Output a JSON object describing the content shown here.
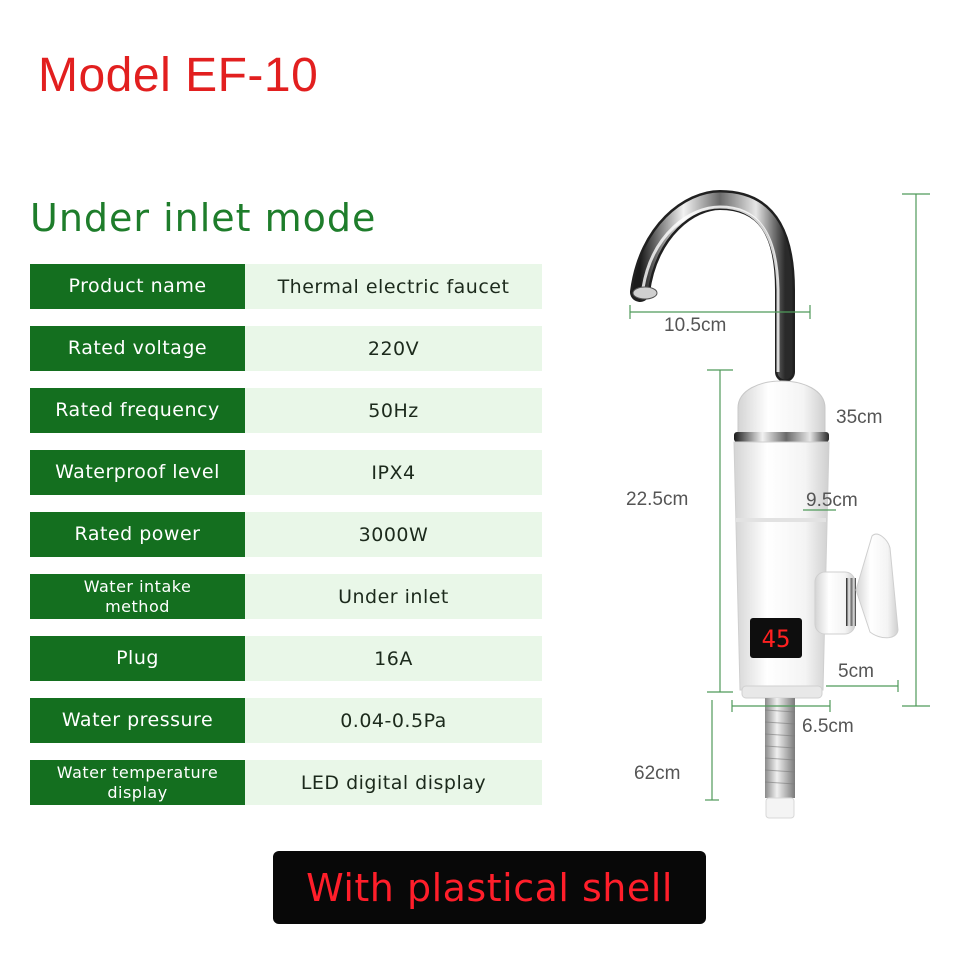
{
  "header": {
    "model_title": "Model EF-10"
  },
  "section": {
    "title": "Under inlet mode"
  },
  "specs": [
    {
      "label": "Product name",
      "value": "Thermal electric faucet"
    },
    {
      "label": "Rated voltage",
      "value": "220V"
    },
    {
      "label": "Rated frequency",
      "value": "50Hz"
    },
    {
      "label": "Waterproof level",
      "value": "IPX4"
    },
    {
      "label": "Rated power",
      "value": "3000W"
    },
    {
      "label": "Water intake method",
      "value": "Under inlet"
    },
    {
      "label": "Plug",
      "value": "16A"
    },
    {
      "label": "Water pressure",
      "value": "0.04-0.5Pa"
    },
    {
      "label": "Water temperature display",
      "value": "LED digital display"
    }
  ],
  "product": {
    "display_reading": "45",
    "dimensions": {
      "spout_width": "10.5cm",
      "total_height": "35cm",
      "body_height": "22.5cm",
      "body_width": "9.5cm",
      "handle_depth": "5cm",
      "base_width": "6.5cm",
      "pipe_length": "62cm"
    }
  },
  "footer": {
    "banner": "With plastical shell"
  },
  "colors": {
    "model_title": "#e21f1f",
    "section_title": "#1e7d2b",
    "label_bg": "#146f1f",
    "value_bg": "#e9f7e8",
    "banner_bg": "#080808",
    "banner_text": "#ff1e2a",
    "led_digits": "#ff2020"
  }
}
